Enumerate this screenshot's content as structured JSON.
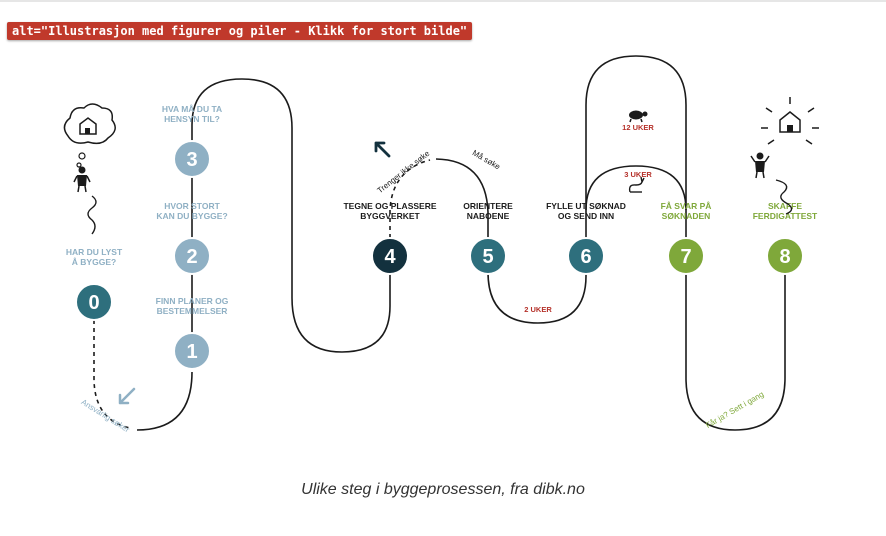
{
  "alt_text": "alt=\"Illustrasjon med figurer og piler - Klikk for stort bilde\"",
  "caption": "Ulike steg i byggeprosessen, fra dibk.no",
  "colors": {
    "step_light": "#8fb0c4",
    "step_teal": "#2e6f7d",
    "step_dark": "#13313e",
    "step_green": "#7fa83a",
    "label_blue": "#8fb0c4",
    "label_dark": "#1b1b1b",
    "label_green": "#7fa83a",
    "duration_red": "#b5312a",
    "path": "#1b1b1b"
  },
  "steps": [
    {
      "number": "0",
      "label_lines": [
        "HAR DU LYST",
        "Å BYGGE?"
      ]
    },
    {
      "number": "1",
      "label_lines": [
        "FINN PLANER OG",
        "BESTEMMELSER"
      ]
    },
    {
      "number": "2",
      "label_lines": [
        "HVOR STORT",
        "KAN DU BYGGE?"
      ]
    },
    {
      "number": "3",
      "label_lines": [
        "HVA MÅ DU TA",
        "HENSYN TIL?"
      ]
    },
    {
      "number": "4",
      "label_lines": [
        "TEGNE OG PLASSERE",
        "BYGGVERKET"
      ]
    },
    {
      "number": "5",
      "label_lines": [
        "ORIENTERE",
        "NABOENE"
      ]
    },
    {
      "number": "6",
      "label_lines": [
        "FYLLE UT SØKNAD",
        "OG SEND INN"
      ]
    },
    {
      "number": "7",
      "label_lines": [
        "FÅ SVAR PÅ",
        "SØKNADEN"
      ]
    },
    {
      "number": "8",
      "label_lines": [
        "SKAFFE",
        "FERDIGATTEST"
      ]
    }
  ],
  "annotations": {
    "ansvarlig": "Ansvarlig søker",
    "trenger": "Trenger ikke søke",
    "ma_soke": "Må søke",
    "faar_ja": "Får ja? Sett i gang"
  },
  "durations": {
    "two_weeks": "2 UKER",
    "three_weeks": "3 UKER",
    "twelve_weeks": "12 UKER"
  }
}
